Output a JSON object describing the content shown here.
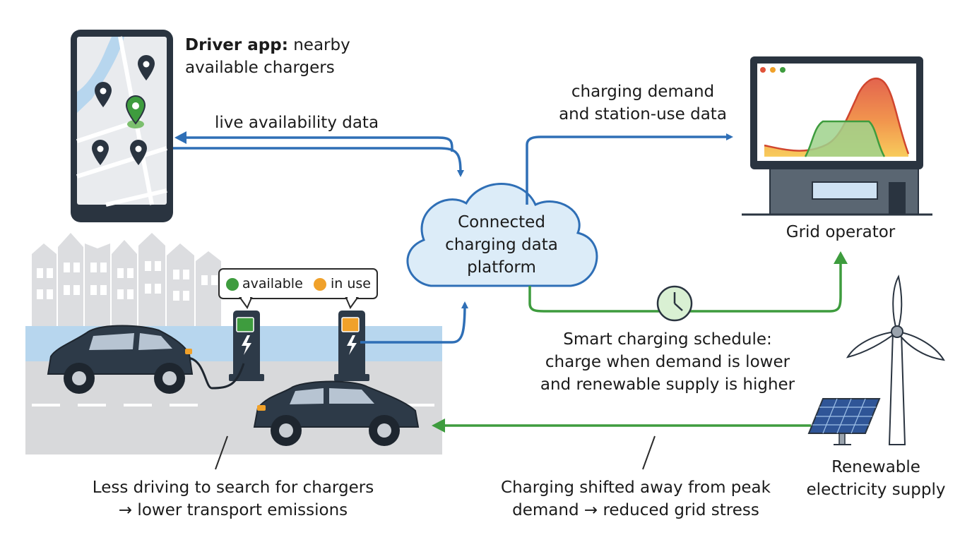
{
  "driver_app": {
    "title_bold": "Driver app:",
    "title_rest": " nearby",
    "title_line2": "available chargers"
  },
  "flows": {
    "live_availability": "live availability data",
    "demand_line1": "charging demand",
    "demand_line2": "and station-use data"
  },
  "platform": {
    "line1": "Connected",
    "line2": "charging data",
    "line3": "platform"
  },
  "grid_operator": {
    "label": "Grid operator"
  },
  "legend": {
    "available": "available",
    "in_use": "in use",
    "available_color": "#3e9c3e",
    "in_use_color": "#f0a12a"
  },
  "schedule": {
    "line1": "Smart charging schedule:",
    "line2": "charge when demand is lower",
    "line3": "and renewable supply is higher"
  },
  "renewable": {
    "line1": "Renewable",
    "line2": "electricity supply"
  },
  "outcomes": {
    "transport_line1": "Less driving to search for chargers",
    "transport_line2": "→ lower transport emissions",
    "grid_line1": "Charging shifted away from peak",
    "grid_line2": "demand → reduced grid stress"
  },
  "colors": {
    "data_flow_blue": "#2f6fb6",
    "energy_flow_green": "#3e9c3e",
    "cloud_fill": "#dcecf8",
    "dark_navy": "#2d3a48"
  },
  "icons": [
    "phone-map-icon",
    "location-pin-icon",
    "cloud-icon",
    "monitor-chart-icon",
    "clock-icon",
    "charging-station-icon",
    "car-icon",
    "wind-turbine-icon",
    "solar-panel-icon",
    "city-skyline-icon"
  ]
}
